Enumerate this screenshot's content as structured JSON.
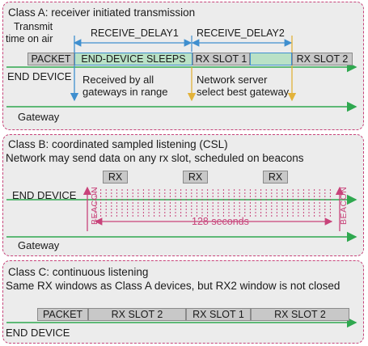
{
  "class_a": {
    "title": "Class A: receiver initiated transmission",
    "transmit_time": [
      "Transmit",
      "time on air"
    ],
    "receive_delay1": "RECEIVE_DELAY1",
    "receive_delay2": "RECEIVE_DELAY2",
    "packet": "PACKET",
    "sleeps": "END-DEVICE SLEEPS",
    "rx_slot1": "RX SLOT 1",
    "rx_slot2": "RX SLOT 2",
    "end_device": "END DEVICE",
    "received_note": [
      "Received by all",
      "gateways in range"
    ],
    "server_note": [
      "Network server",
      "select best gateway"
    ],
    "gateway": "Gateway"
  },
  "class_b": {
    "title": "Class B: coordinated sampled listening (CSL)",
    "subtitle": "Network may send data on any rx slot, scheduled on beacons",
    "rx": "RX",
    "end_device": "END DEVICE",
    "beacon": "BEACON",
    "interval": "128 seconds",
    "gateway": "Gateway"
  },
  "class_c": {
    "title": "Class C: continuous listening",
    "subtitle": "Same RX windows as Class A devices, but RX2 window is not closed",
    "packet": "PACKET",
    "rx_slot2_a": "RX SLOT 2",
    "rx_slot1": "RX SLOT 1",
    "rx_slot2_b": "RX SLOT 2",
    "end_device": "END DEVICE"
  },
  "colors": {
    "green": "#2fa84f",
    "blue": "#3f8fcf",
    "pink": "#c8437a",
    "gold": "#e2b23a"
  }
}
